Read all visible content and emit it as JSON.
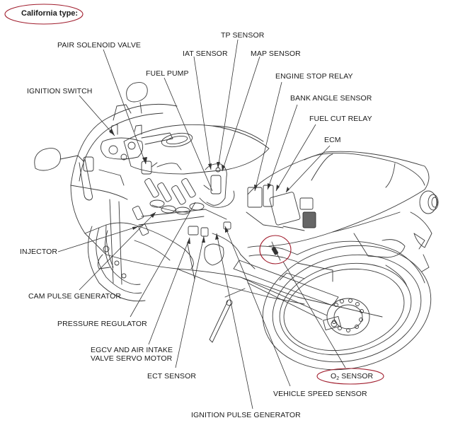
{
  "diagram": {
    "title": "California type:",
    "subject": "motorcycle fuel injection system component locations",
    "highlight_color": "#a01c2c",
    "line_color": "#333333",
    "labels": {
      "pair_solenoid_valve": "PAIR SOLENOID VALVE",
      "tp_sensor": "TP SENSOR",
      "iat_sensor": "IAT SENSOR",
      "map_sensor": "MAP SENSOR",
      "fuel_pump": "FUEL PUMP",
      "ignition_switch": "IGNITION SWITCH",
      "engine_stop_relay": "ENGINE STOP RELAY",
      "bank_angle_sensor": "BANK ANGLE SENSOR",
      "fuel_cut_relay": "FUEL CUT RELAY",
      "ecm": "ECM",
      "injector": "INJECTOR",
      "cam_pulse_generator": "CAM PULSE GENERATOR",
      "pressure_regulator": "PRESSURE REGULATOR",
      "egcv_line1": "EGCV AND AIR INTAKE",
      "egcv_line2": "VALVE SERVO MOTOR",
      "ect_sensor": "ECT SENSOR",
      "o2_sensor_prefix": "O",
      "o2_sensor_sub": "2",
      "o2_sensor_suffix": " SENSOR",
      "vehicle_speed_sensor": "VEHICLE SPEED SENSOR",
      "ignition_pulse_generator": "IGNITION PULSE GENERATOR"
    },
    "highlighted_items": [
      "California type:",
      "O2 SENSOR",
      "O2 sensor location on exhaust"
    ]
  }
}
